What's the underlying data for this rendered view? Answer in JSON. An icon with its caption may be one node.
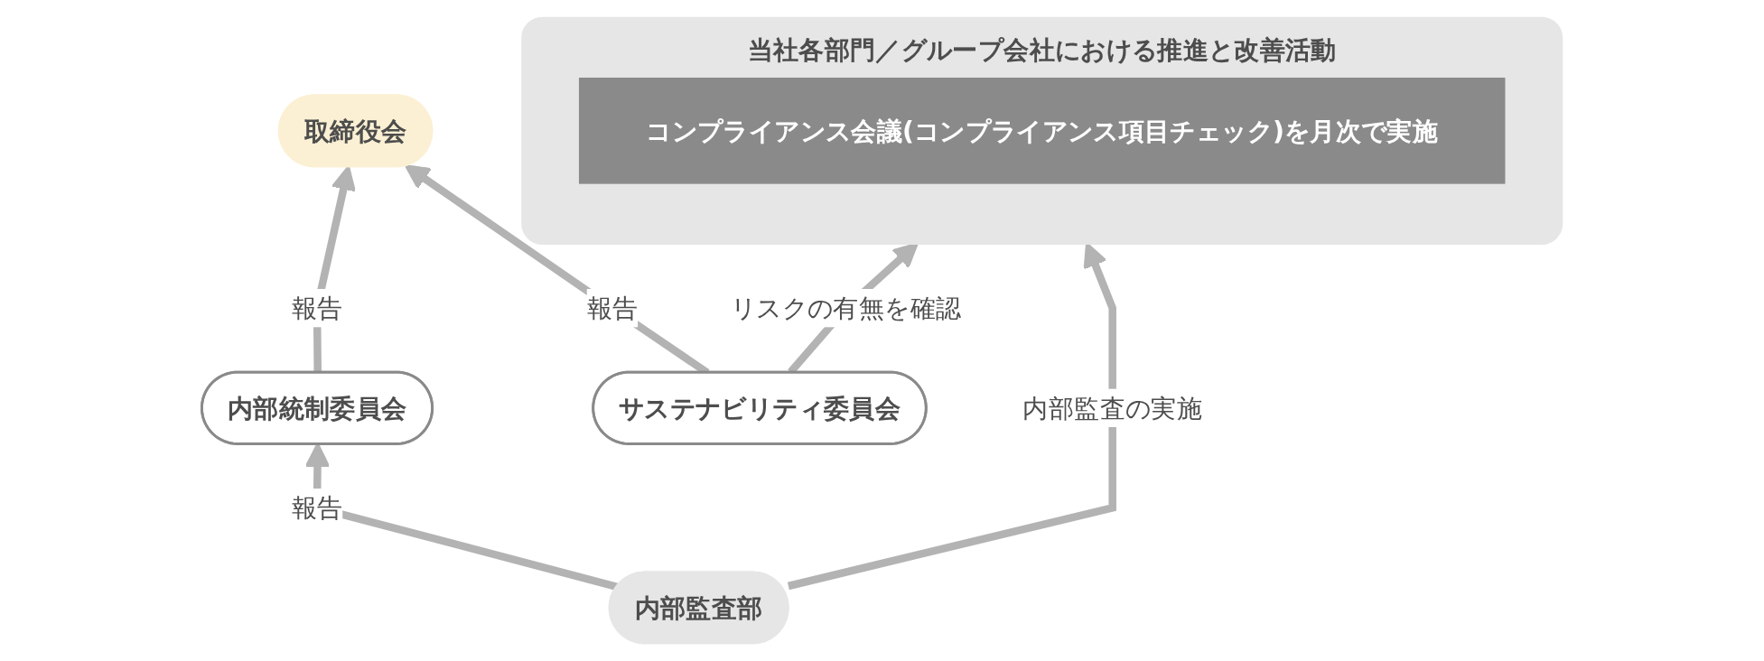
{
  "diagram": {
    "nodes": [
      {
        "text": [
          "取締役会"
        ]
      },
      {
        "text": [
          "サステナビリティ委員会"
        ]
      },
      {
        "text": [
          "内部統制委員会"
        ]
      },
      {
        "text": [
          "内部監査部"
        ]
      },
      {
        "text": [
          "当社各部門／グループ会社における推進と改善活動"
        ]
      },
      {
        "text": [
          "コンプライアンス会議(コンプライアンス項目チェック)を月次で実施"
        ],
        "in": 4
      }
    ],
    "edges": [
      {
        "from": 1,
        "to": 0,
        "arrow": "to",
        "label": "報告"
      },
      {
        "from": 1,
        "to": 4,
        "arrow": "to",
        "label": "リスクの有無を確認"
      },
      {
        "from": 2,
        "to": 0,
        "arrow": "to",
        "label": "報告"
      },
      {
        "from": 3,
        "to": 2,
        "arrow": "to",
        "label": "報告"
      },
      {
        "from": 3,
        "to": 4,
        "arrow": "to",
        "label": "内部監査の実施"
      }
    ]
  }
}
